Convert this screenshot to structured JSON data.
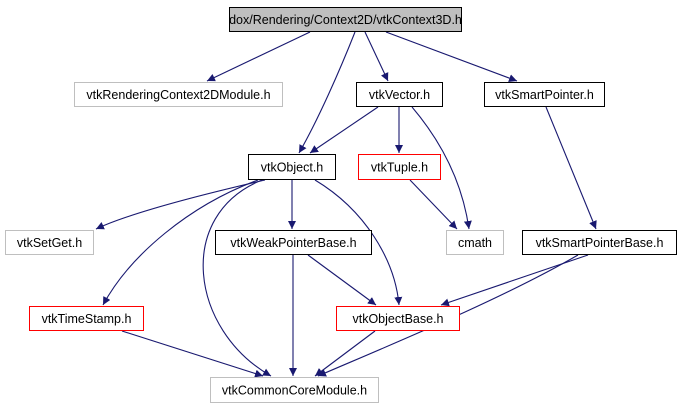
{
  "diagram": {
    "nodes": [
      {
        "id": "vtkContext3D",
        "label": "dox/Rendering/Context2D/vtkContext3D.h",
        "style": "root"
      },
      {
        "id": "vtkRenderingContext2DModule",
        "label": "vtkRenderingContext2DModule.h",
        "style": "external"
      },
      {
        "id": "vtkVector",
        "label": "vtkVector.h",
        "style": "normal"
      },
      {
        "id": "vtkSmartPointer",
        "label": "vtkSmartPointer.h",
        "style": "normal"
      },
      {
        "id": "vtkObject",
        "label": "vtkObject.h",
        "style": "normal"
      },
      {
        "id": "vtkTuple",
        "label": "vtkTuple.h",
        "style": "truncated"
      },
      {
        "id": "vtkSetGet",
        "label": "vtkSetGet.h",
        "style": "external"
      },
      {
        "id": "vtkWeakPointerBase",
        "label": "vtkWeakPointerBase.h",
        "style": "normal"
      },
      {
        "id": "cmath",
        "label": "cmath",
        "style": "external"
      },
      {
        "id": "vtkSmartPointerBase",
        "label": "vtkSmartPointerBase.h",
        "style": "normal"
      },
      {
        "id": "vtkTimeStamp",
        "label": "vtkTimeStamp.h",
        "style": "truncated"
      },
      {
        "id": "vtkObjectBase",
        "label": "vtkObjectBase.h",
        "style": "truncated"
      },
      {
        "id": "vtkCommonCoreModule",
        "label": "vtkCommonCoreModule.h",
        "style": "external"
      }
    ],
    "edges": [
      {
        "from": "vtkContext3D",
        "to": "vtkRenderingContext2DModule"
      },
      {
        "from": "vtkContext3D",
        "to": "vtkObject"
      },
      {
        "from": "vtkContext3D",
        "to": "vtkVector"
      },
      {
        "from": "vtkContext3D",
        "to": "vtkSmartPointer"
      },
      {
        "from": "vtkVector",
        "to": "vtkObject"
      },
      {
        "from": "vtkVector",
        "to": "vtkTuple"
      },
      {
        "from": "vtkVector",
        "to": "cmath"
      },
      {
        "from": "vtkTuple",
        "to": "cmath"
      },
      {
        "from": "vtkSmartPointer",
        "to": "vtkSmartPointerBase"
      },
      {
        "from": "vtkObject",
        "to": "vtkSetGet"
      },
      {
        "from": "vtkObject",
        "to": "vtkWeakPointerBase"
      },
      {
        "from": "vtkObject",
        "to": "vtkTimeStamp"
      },
      {
        "from": "vtkObject",
        "to": "vtkCommonCoreModule"
      },
      {
        "from": "vtkObject",
        "to": "vtkObjectBase"
      },
      {
        "from": "vtkWeakPointerBase",
        "to": "vtkObjectBase"
      },
      {
        "from": "vtkWeakPointerBase",
        "to": "vtkCommonCoreModule"
      },
      {
        "from": "vtkSmartPointerBase",
        "to": "vtkObjectBase"
      },
      {
        "from": "vtkSmartPointerBase",
        "to": "vtkCommonCoreModule"
      },
      {
        "from": "vtkTimeStamp",
        "to": "vtkCommonCoreModule"
      },
      {
        "from": "vtkObjectBase",
        "to": "vtkCommonCoreModule"
      }
    ],
    "colors": {
      "edge": "#191970",
      "root_fill": "#bfbfbf",
      "normal_border": "#000000",
      "truncated_border": "#ff0000",
      "external_border": "#bfbfbf"
    }
  }
}
